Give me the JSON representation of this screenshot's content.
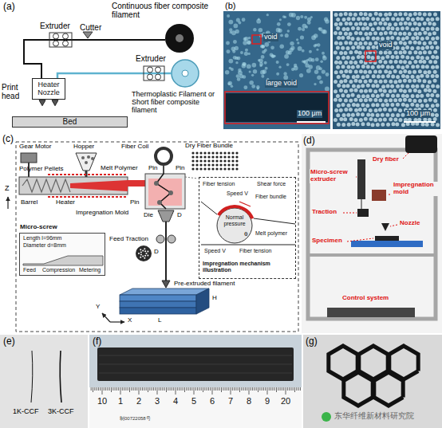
{
  "diagram": {
    "nodes": [
      {
        "text": [
          "Heater",
          "Nozzle"
        ]
      },
      {
        "text": [
          "Bed"
        ]
      },
      {
        "text": [
          "Micro-screw",
          "Length l=96mm",
          "Diameter d=8mm",
          "Feed",
          "Compression",
          "Metering"
        ]
      },
      {
        "text": [
          "Fiber tension",
          "Speed V",
          "Shear force",
          "Fiber bundle",
          "Normal pressure",
          "θ",
          "Melt polymer",
          "Speed V",
          "Fiber tension",
          "Impregnation mechanism illustration"
        ]
      }
    ],
    "labels": [
      "(a)",
      "Continuous fiber composite filament",
      "Extruder",
      "Cutter",
      "Print head",
      "Extruder",
      "Thermoplastic Filament or Short fiber composite filament",
      "(b)",
      "void",
      "large void",
      "100 μm",
      "void",
      "100 μm",
      "(c)",
      "Fiber Coil",
      "Dry Fiber Bundle",
      "Gear Motor",
      "Hopper",
      "Melt Polymer",
      "Polymer Pellets",
      "Z",
      "Pin",
      "Pin",
      "Pin",
      "Impregnation Mold",
      "Barrel",
      "Heater",
      "Die",
      "D",
      "Feed Traction",
      "Pre-extruded filament",
      "D",
      "Y",
      "X",
      "L",
      "H",
      "(d)",
      "Dry fiber",
      "Micro-screw extruder",
      "Impregnation mold",
      "Traction",
      "Nozzle",
      "Specimen",
      "Control system",
      "(e)",
      "1K-CCF",
      "3K-CCF",
      "(f)",
      "10",
      "1",
      "2",
      "3",
      "4",
      "5",
      "6",
      "7",
      "8",
      "9",
      "20",
      "制00722058号",
      "(g)",
      "东华纤维新材料研究院"
    ]
  }
}
